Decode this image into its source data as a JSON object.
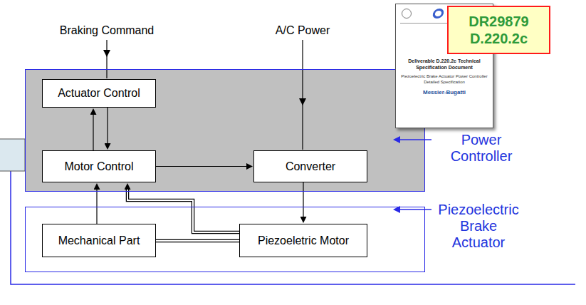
{
  "diagram": {
    "nodes": [
      {
        "text": [
          "Power Controller"
        ]
      },
      {
        "text": [
          "Actuator Control"
        ],
        "in": 0
      },
      {
        "text": [
          "Motor Control"
        ],
        "in": 0
      },
      {
        "text": [
          "Converter"
        ],
        "in": 0
      },
      {
        "text": [
          "Piezoelectric Brake Actuator"
        ]
      },
      {
        "text": [
          "Mechanical Part"
        ],
        "in": 4
      },
      {
        "text": [
          "Piezoeletric Motor"
        ],
        "in": 4
      },
      {
        "text": [
          "Deliverable D.220.2c Technical Specification Document",
          "Piezoelectric Brake Actuator Power Controller Detailed Specification",
          "Messier-Bugatti"
        ]
      },
      {
        "text": [
          "DR29879 D.220.2c"
        ]
      }
    ],
    "edges": [
      {
        "from": 1,
        "to": 2,
        "arrow": "to"
      },
      {
        "from": 2,
        "to": 1,
        "arrow": "to"
      },
      {
        "from": 2,
        "to": 3,
        "arrow": "to"
      },
      {
        "from": 3,
        "to": 6,
        "arrow": "to"
      },
      {
        "from": 5,
        "to": 2,
        "arrow": "to"
      },
      {
        "from": 6,
        "to": 2,
        "arrow": "to"
      },
      {
        "from": 5,
        "to": 6,
        "arrow": "none"
      }
    ],
    "labels": [
      "Braking Command",
      "A/C Power"
    ]
  }
}
